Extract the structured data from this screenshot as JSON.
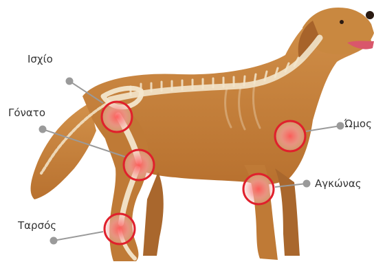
{
  "labels": {
    "hip": "Ισχίο",
    "knee": "Γόνατο",
    "tarsus": "Ταρσός",
    "shoulder": "Ώμος",
    "elbow": "Αγκώνας"
  },
  "colors": {
    "fur": "#c8823c",
    "fur_dark": "#a7632a",
    "bone": "#f3e6cc",
    "joint_ring": "#e0202c",
    "joint_glow": "#f07a7e",
    "leader_line": "#9a9a9a",
    "text": "#333333"
  }
}
